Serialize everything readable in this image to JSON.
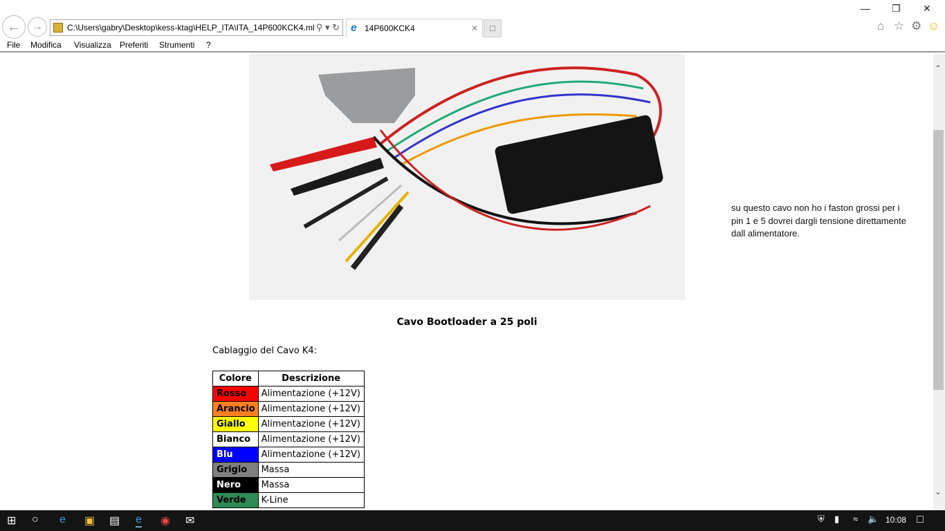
{
  "browser": {
    "address": "C:\\Users\\gabry\\Desktop\\kess-ktag\\HELP_ITA\\ITA_14P600KCK4.ml",
    "tab_title": "14P600KCK4"
  },
  "menu": [
    "File",
    "Modifica",
    "Visualizza",
    "Preferiti",
    "Strumenti",
    "?"
  ],
  "page": {
    "note": "su questo cavo non ho i faston grossi per i pin 1 e 5 dovrei dargli tensione direttamente dall alimentatore.",
    "caption": "Cavo Bootloader a 25 poli",
    "intro": "Cablaggio del Cavo K4:",
    "table": {
      "headers": [
        "Colore",
        "Descrizione"
      ],
      "rows": [
        {
          "color": "Rosso",
          "desc": "Alimentazione (+12V)",
          "bg": "#ff0000",
          "fg": "#000000"
        },
        {
          "color": "Arancio",
          "desc": "Alimentazione (+12V)",
          "bg": "#ff8020",
          "fg": "#000000"
        },
        {
          "color": "Giallo",
          "desc": "Alimentazione (+12V)",
          "bg": "#ffff00",
          "fg": "#000000"
        },
        {
          "color": "Bianco",
          "desc": "Alimentazione (+12V)",
          "bg": "#ffffff",
          "fg": "#000000"
        },
        {
          "color": "Blu",
          "desc": "Alimentazione (+12V)",
          "bg": "#0000ff",
          "fg": "#ffffff"
        },
        {
          "color": "Grigio",
          "desc": "Massa",
          "bg": "#808080",
          "fg": "#000000"
        },
        {
          "color": "Nero",
          "desc": "Massa",
          "bg": "#000000",
          "fg": "#ffffff"
        },
        {
          "color": "Verde",
          "desc": "K-Line",
          "bg": "#2e8b57",
          "fg": "#000000"
        }
      ]
    }
  },
  "taskbar": {
    "clock": "10:08"
  }
}
